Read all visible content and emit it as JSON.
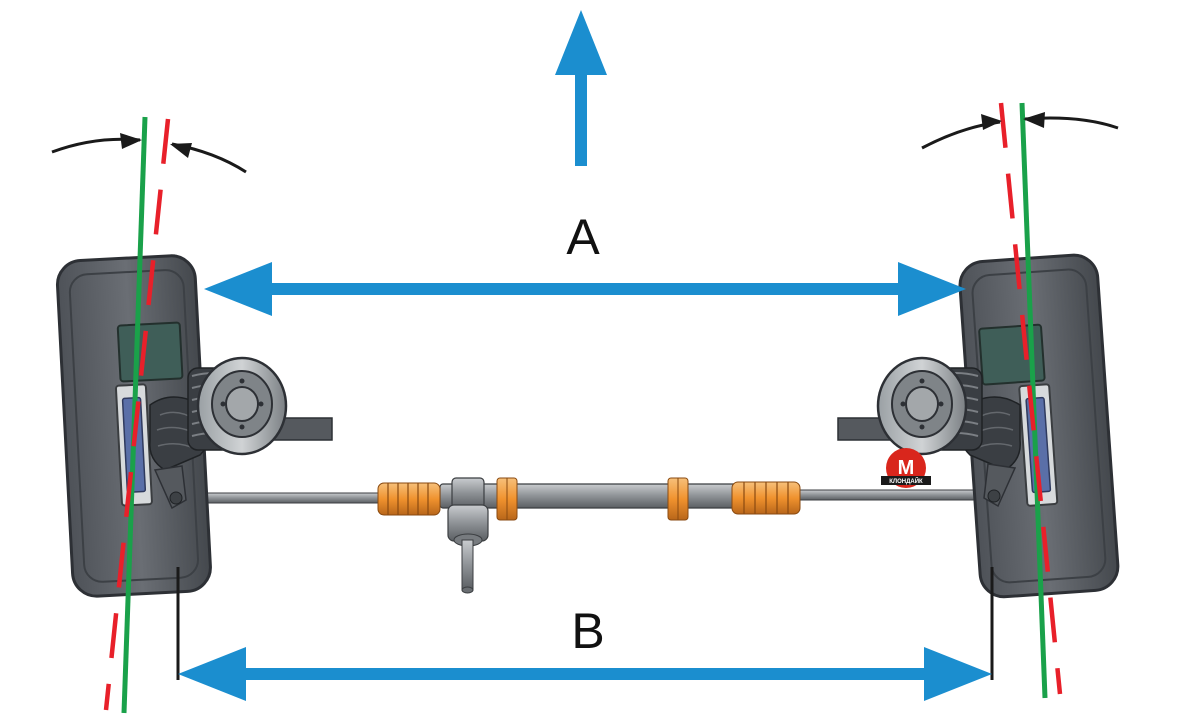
{
  "labels": {
    "track_front": "A",
    "track_rear": "B"
  },
  "logo": {
    "letter": "M",
    "text": "КЛОНДАЙК"
  },
  "colors": {
    "arrow_blue": "#1b8ecf",
    "green_line": "#1aa14a",
    "red_dash": "#e8202a",
    "tire": "#5f6369",
    "tire_edge": "#2d3035",
    "hub_teal": "#3f5e58",
    "boot_orange": "#f0922e",
    "steel": "#8e9296",
    "logo_red": "#d9261c"
  },
  "icons": {
    "direction_arrow": "arrow-up-icon",
    "dimension_arrow": "double-arrow-icon",
    "angle_arrow": "arc-arrow-icon"
  }
}
